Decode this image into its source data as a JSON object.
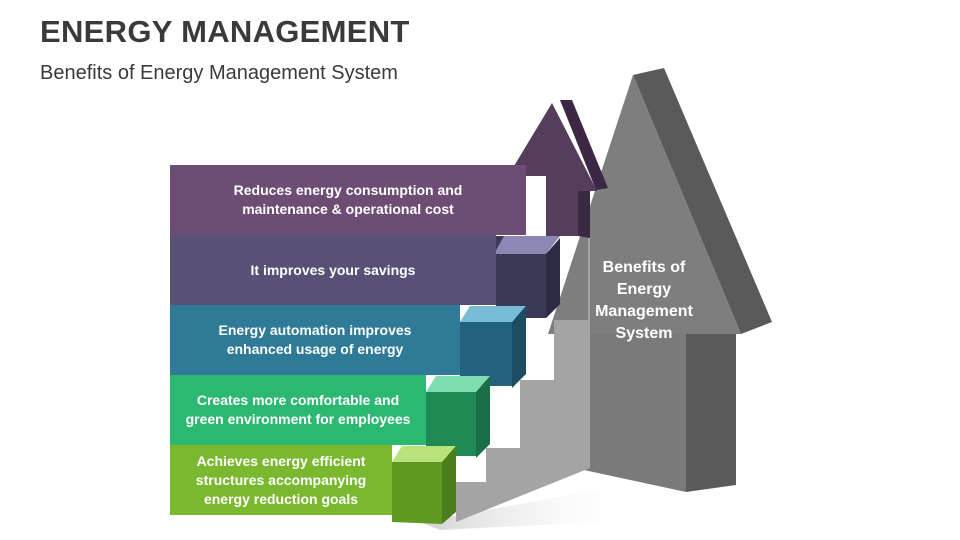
{
  "header": {
    "title": "ENERGY MANAGEMENT",
    "subtitle": "Benefits of Energy Management System"
  },
  "house": {
    "label": "Benefits of Energy Management System"
  },
  "steps": [
    {
      "text": "Reduces energy consumption and maintenance & operational cost",
      "color": "#6e4d74"
    },
    {
      "text": "It improves your savings",
      "color": "#595175"
    },
    {
      "text": "Energy automation improves enhanced usage of energy",
      "color": "#2f7a96"
    },
    {
      "text": "Creates more comfortable and green environment for employees",
      "color": "#2db872"
    },
    {
      "text": "Achieves energy efficient structures accompanying energy reduction goals",
      "color": "#7ab82f"
    }
  ]
}
